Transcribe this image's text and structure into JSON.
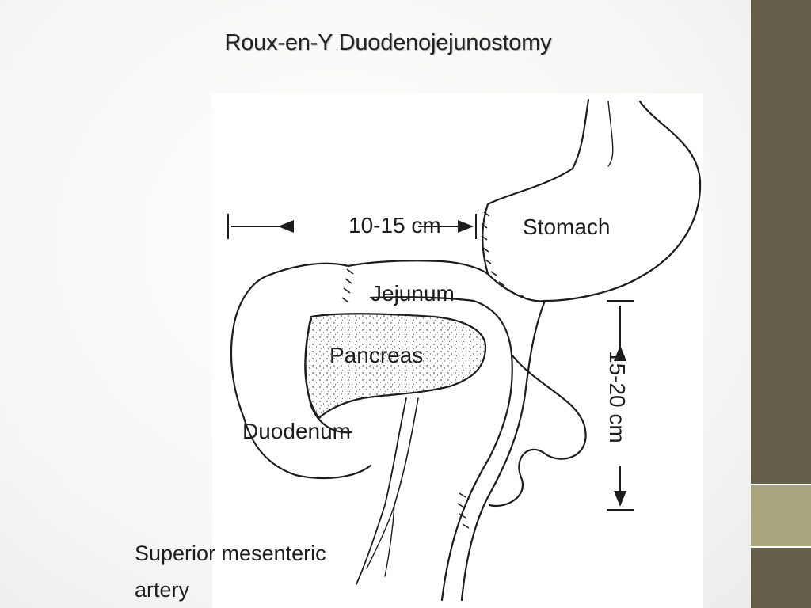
{
  "slide": {
    "title": "Roux-en-Y Duodenojejunostomy"
  },
  "figure": {
    "labels": {
      "stomach": "Stomach",
      "jejunum": "Jejunum",
      "pancreas": "Pancreas",
      "duodenum": "Duodenum",
      "sma_line1": "Superior mesenteric",
      "sma_line2": "artery",
      "length_top": "10-15 cm",
      "length_right": "15-20 cm"
    }
  },
  "colors": {
    "sidebar_dark": "#645e4b",
    "sidebar_accent": "#a9a67e",
    "ink": "#1d1d1d"
  }
}
